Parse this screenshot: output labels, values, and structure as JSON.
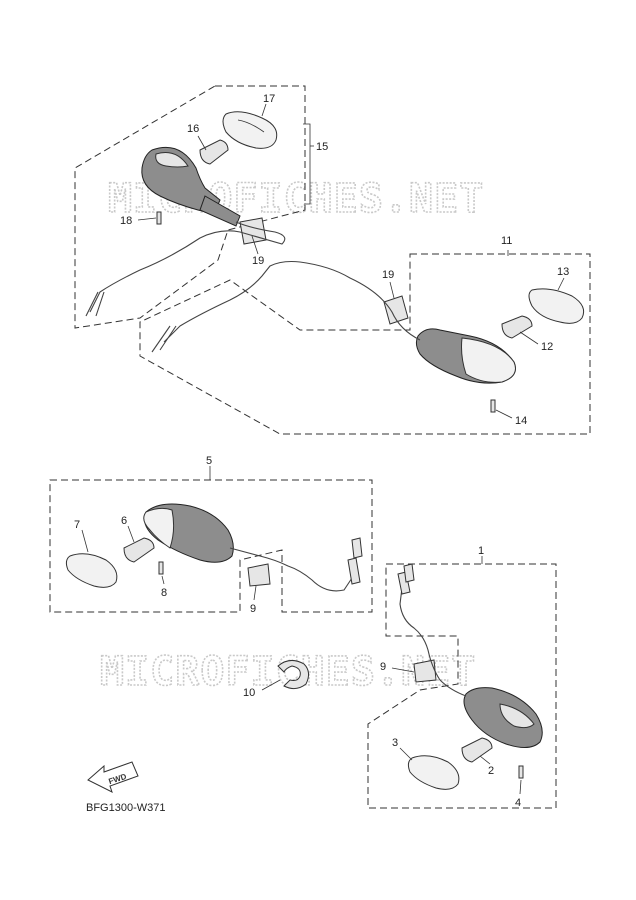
{
  "watermark": "MICROFICHES.NET",
  "diagram_code": "BFG1300-W371",
  "fwd_label": "FWD",
  "callouts": {
    "c1": "1",
    "c2": "2",
    "c3": "3",
    "c4": "4",
    "c5": "5",
    "c6": "6",
    "c7": "7",
    "c8": "8",
    "c9a": "9",
    "c9b": "9",
    "c10": "10",
    "c11": "11",
    "c12": "12",
    "c13": "13",
    "c14": "14",
    "c15": "15",
    "c16": "16",
    "c17": "17",
    "c18": "18",
    "c19a": "19",
    "c19b": "19"
  }
}
